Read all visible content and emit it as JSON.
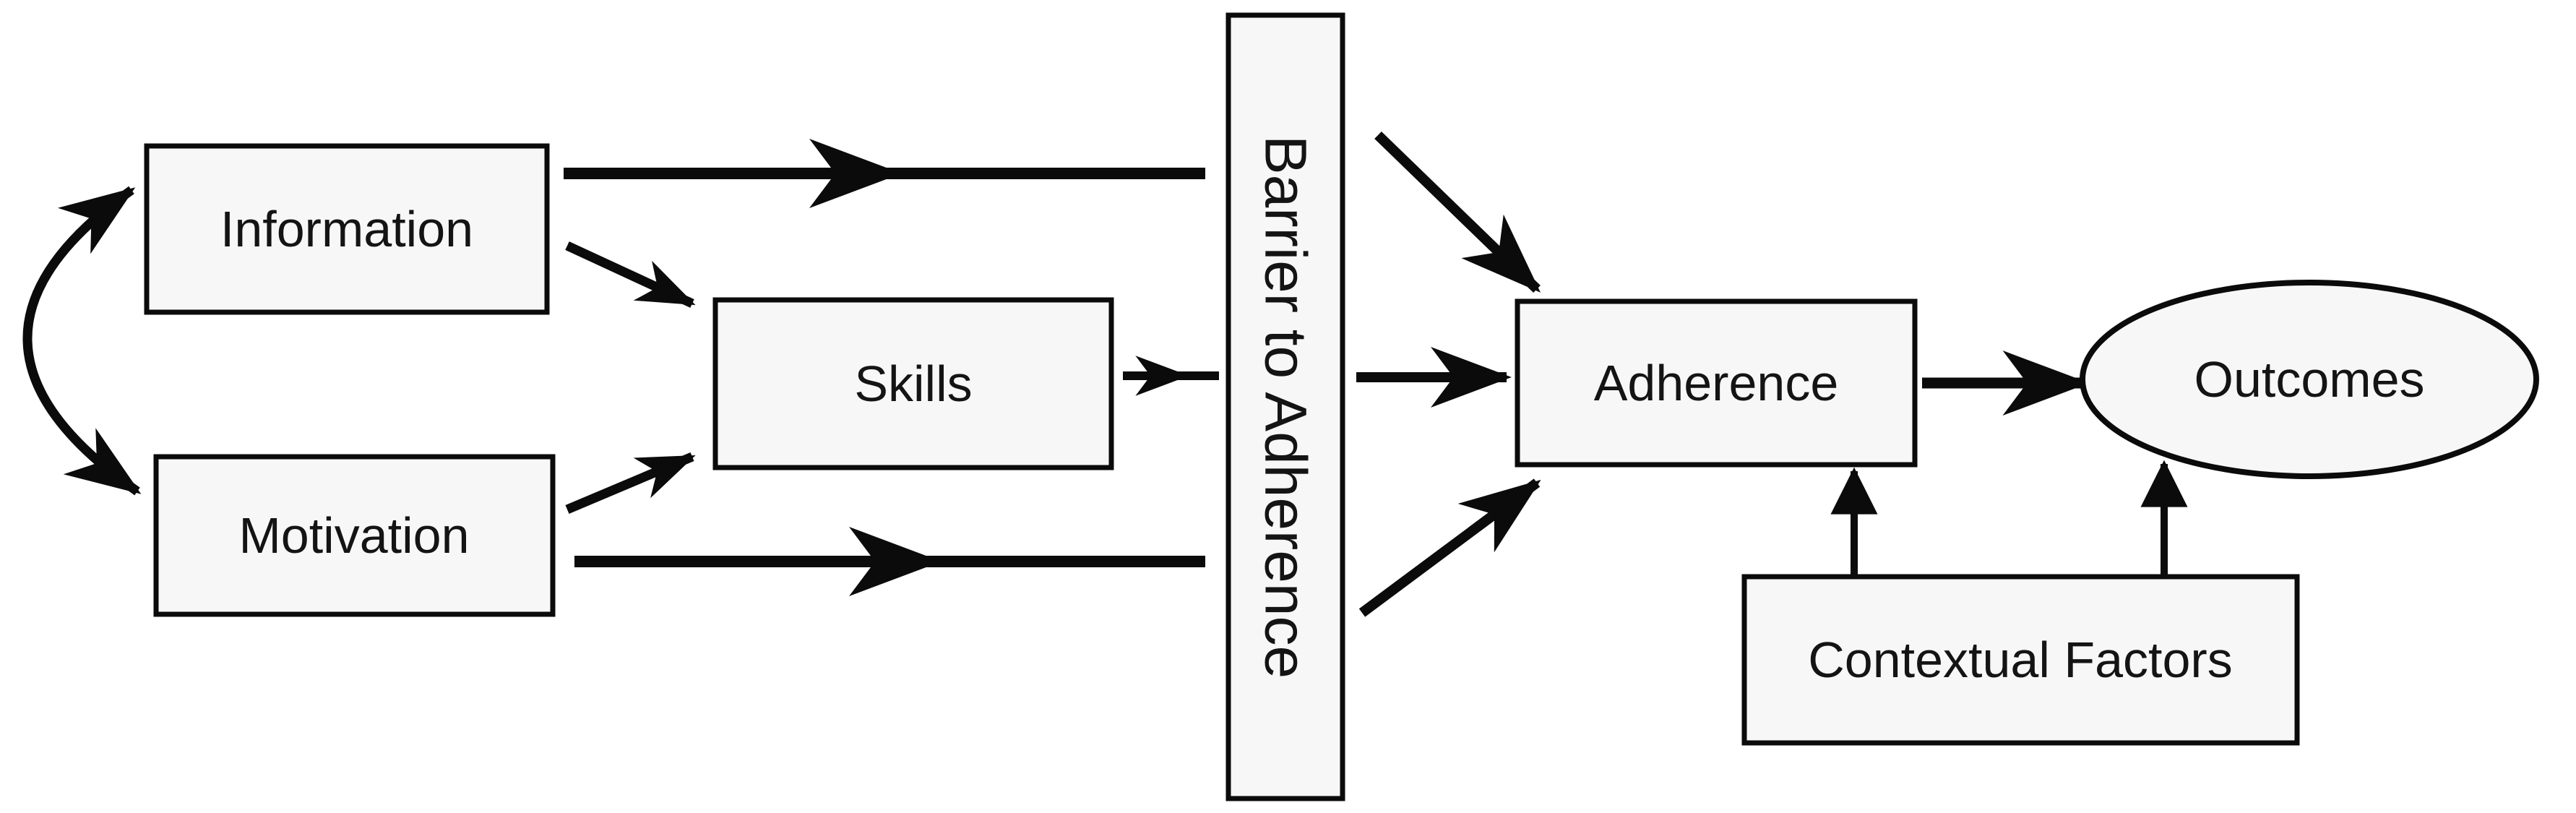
{
  "diagram": {
    "background_color": "#ffffff",
    "node_fill_color": "#f7f7f7",
    "line_color": "#0b0b0b",
    "nodes": {
      "information": {
        "label": "Information",
        "shape": "rectangle"
      },
      "motivation": {
        "label": "Motivation",
        "shape": "rectangle"
      },
      "skills": {
        "label": "Skills",
        "shape": "rectangle"
      },
      "barrier": {
        "label": "Barrier to Adherence",
        "shape": "tall-rectangle",
        "text_rotation_deg": 90
      },
      "adherence": {
        "label": "Adherence",
        "shape": "rectangle"
      },
      "contextual_factors": {
        "label": "Contextual Factors",
        "shape": "rectangle"
      },
      "outcomes": {
        "label": "Outcomes",
        "shape": "ellipse"
      }
    },
    "edges": [
      {
        "from": "information",
        "to": "motivation",
        "style": "curved-double-headed-arrow"
      },
      {
        "from": "information",
        "to": "barrier",
        "style": "long-horizontal-arrow-mid-head"
      },
      {
        "from": "information",
        "to": "skills",
        "style": "diagonal-arrow"
      },
      {
        "from": "motivation",
        "to": "skills",
        "style": "diagonal-arrow"
      },
      {
        "from": "motivation",
        "to": "barrier",
        "style": "long-horizontal-arrow-mid-head"
      },
      {
        "from": "skills",
        "to": "barrier",
        "style": "short-horizontal-arrow-mid-head"
      },
      {
        "from": "barrier",
        "to": "adherence",
        "style": "diagonal-arrow-down"
      },
      {
        "from": "barrier",
        "to": "adherence",
        "style": "horizontal-arrow"
      },
      {
        "from": "barrier",
        "to": "adherence",
        "style": "diagonal-arrow-up"
      },
      {
        "from": "adherence",
        "to": "outcomes",
        "style": "horizontal-arrow"
      },
      {
        "from": "contextual_factors",
        "to": "adherence",
        "style": "vertical-arrow"
      },
      {
        "from": "contextual_factors",
        "to": "outcomes",
        "style": "vertical-arrow"
      }
    ]
  }
}
